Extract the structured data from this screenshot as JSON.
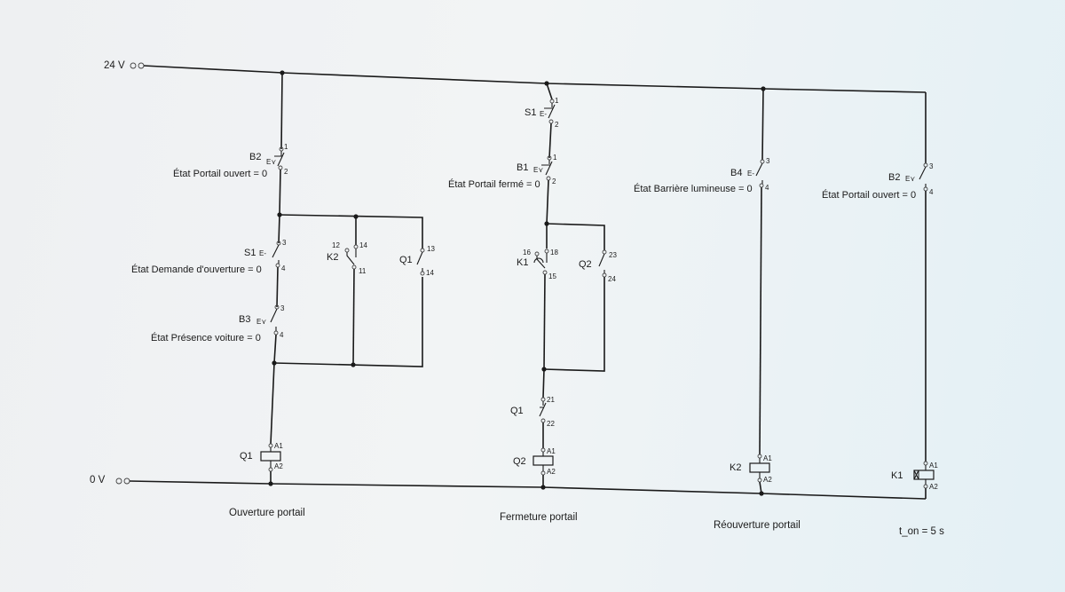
{
  "supply": {
    "positive": "24 V",
    "ground": "0 V"
  },
  "rungs": [
    {
      "caption": "Ouverture portail"
    },
    {
      "caption": "Fermeture portail"
    },
    {
      "caption": "Réouverture portail"
    },
    {
      "caption": "t_on = 5 s"
    }
  ],
  "rung1": {
    "b2": {
      "tag": "B2",
      "state": "État Portail ouvert = 0",
      "pin_top": "1",
      "pin_bot": "2"
    },
    "s1": {
      "tag": "S1",
      "state": "État Demande d'ouverture = 0",
      "pin_top": "3",
      "pin_bot": "4"
    },
    "b3": {
      "tag": "B3",
      "state": "État Présence voiture = 0",
      "pin_top": "3",
      "pin_bot": "4"
    },
    "k2": {
      "tag": "K2",
      "pin_a": "12",
      "pin_b": "14",
      "pin_c": "11"
    },
    "q1c": {
      "tag": "Q1",
      "pin_top": "13",
      "pin_bot": "14"
    },
    "coil": {
      "tag": "Q1",
      "pin_top": "A1",
      "pin_bot": "A2"
    }
  },
  "rung2": {
    "s1": {
      "tag": "S1",
      "pin_top": "1",
      "pin_bot": "2"
    },
    "b1": {
      "tag": "B1",
      "state": "État Portail fermé = 0",
      "pin_top": "1",
      "pin_bot": "2"
    },
    "k1": {
      "tag": "K1",
      "pin_a": "16",
      "pin_b": "18",
      "pin_c": "15"
    },
    "q2c": {
      "tag": "Q2",
      "pin_top": "23",
      "pin_bot": "24"
    },
    "q1": {
      "tag": "Q1",
      "pin_top": "21",
      "pin_bot": "22"
    },
    "coil": {
      "tag": "Q2",
      "pin_top": "A1",
      "pin_bot": "A2"
    }
  },
  "rung3": {
    "b4": {
      "tag": "B4",
      "state": "État Barrière lumineuse = 0",
      "pin_top": "3",
      "pin_bot": "4"
    },
    "coil": {
      "tag": "K2",
      "pin_top": "A1",
      "pin_bot": "A2"
    }
  },
  "rung4": {
    "b2": {
      "tag": "B2",
      "state": "État Portail ouvert = 0",
      "pin_top": "3",
      "pin_bot": "4"
    },
    "coil": {
      "tag": "K1",
      "pin_top": "A1",
      "pin_bot": "A2"
    }
  }
}
